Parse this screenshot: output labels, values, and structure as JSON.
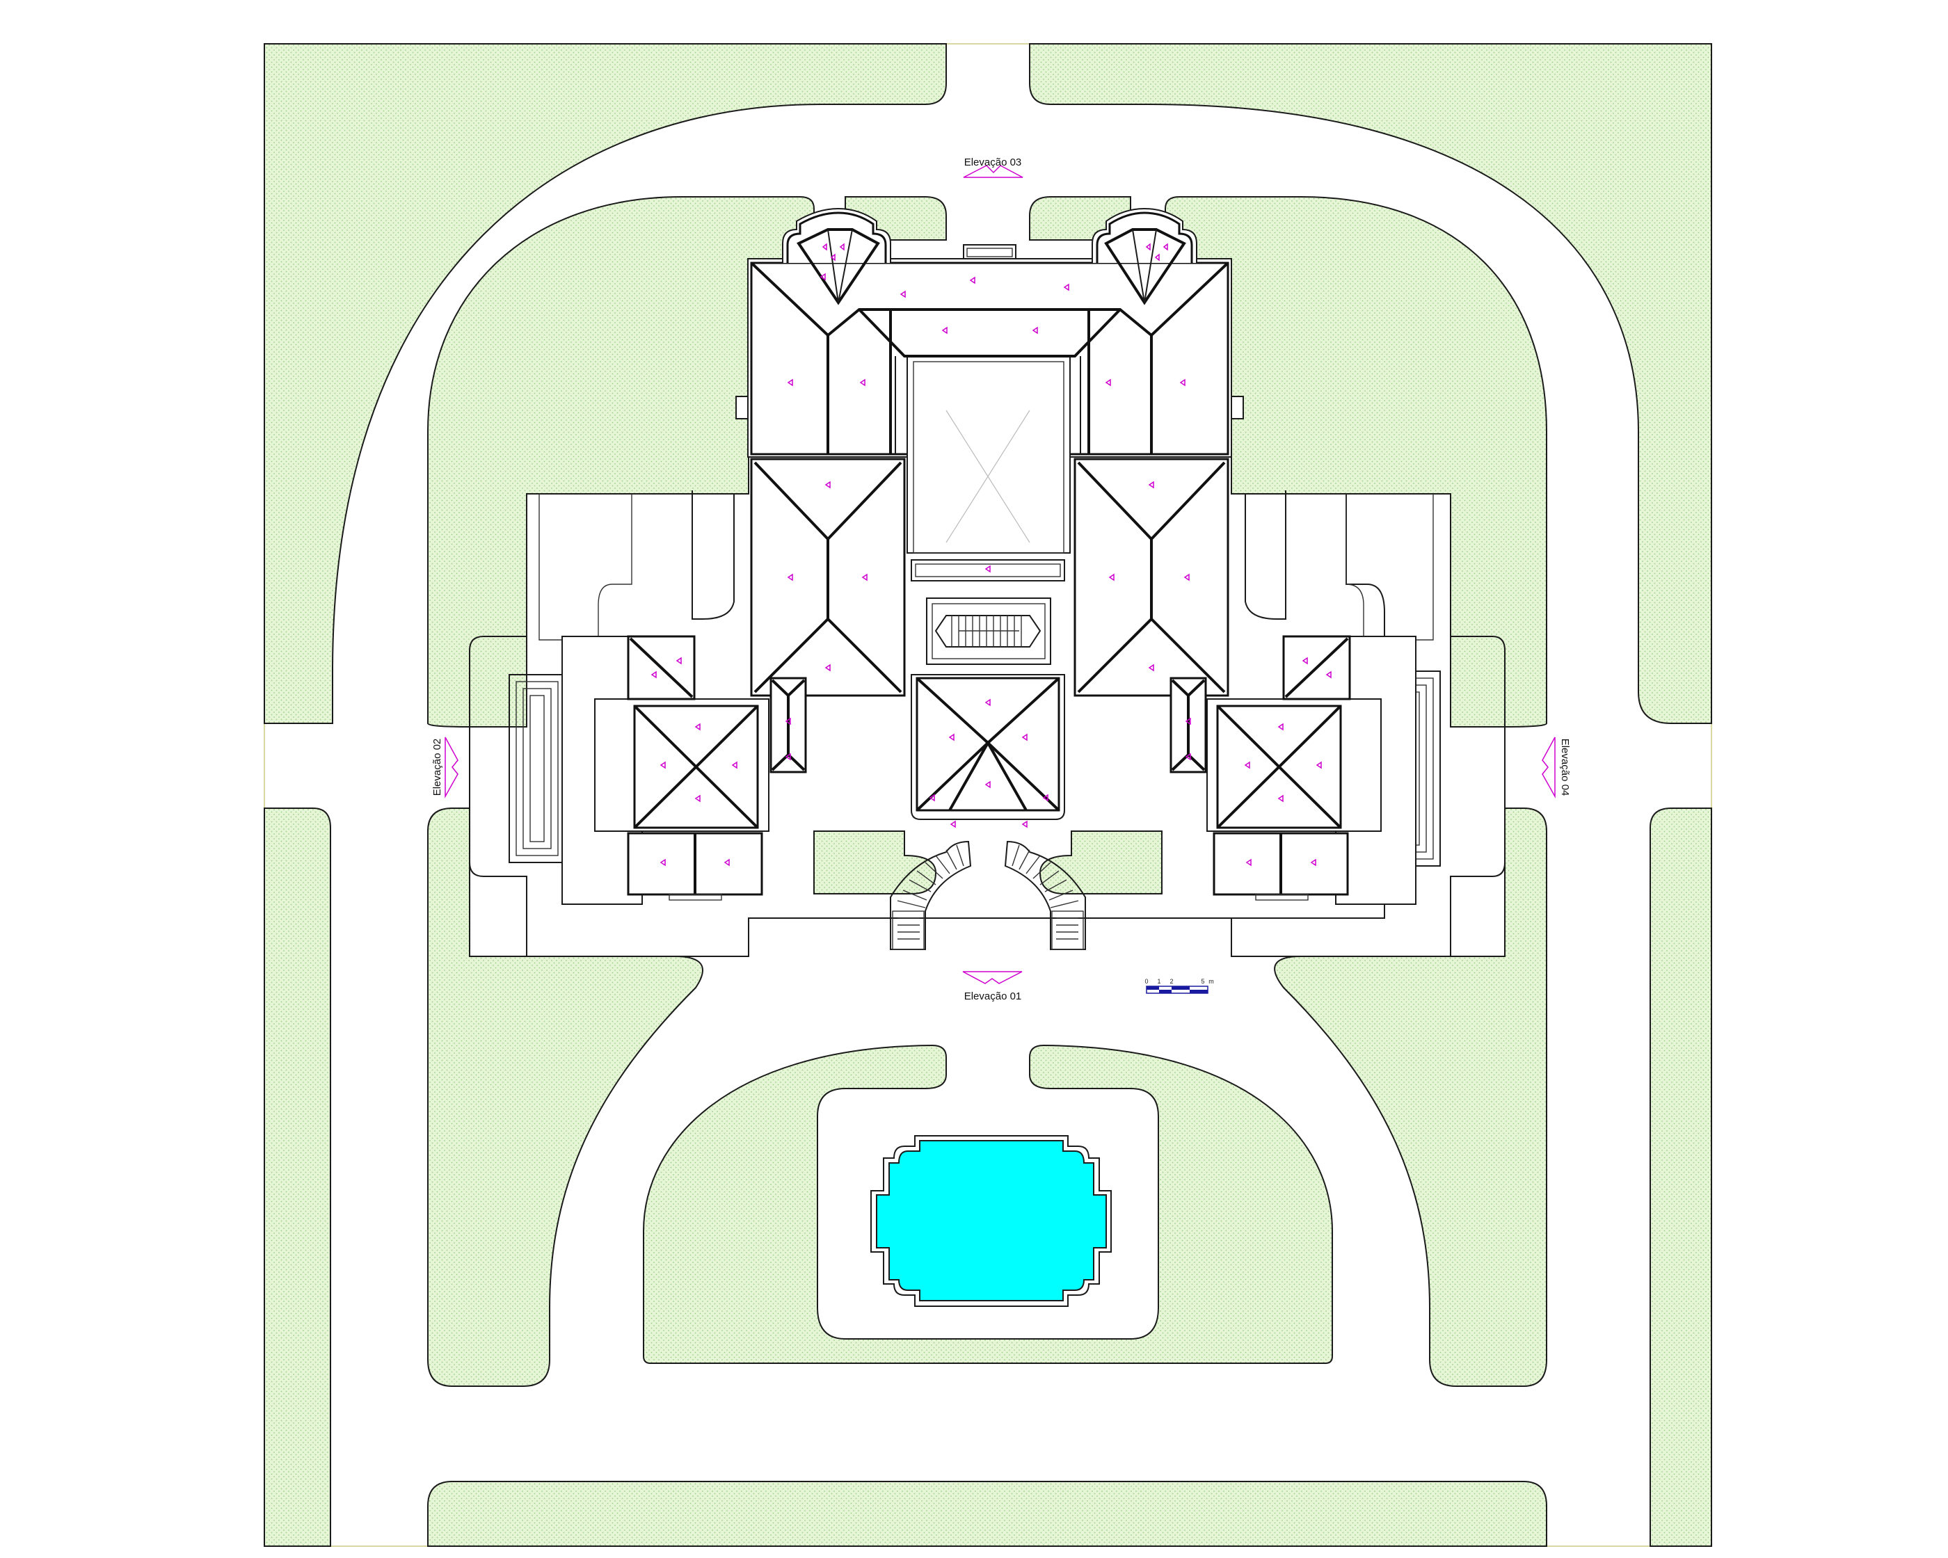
{
  "colors": {
    "grass": "#e6f5d6",
    "grass_dot": "#9bd08a",
    "pool": "#00ffff",
    "marker": "#d000d0",
    "line": "#1b1b1b"
  },
  "elevations": {
    "e01": "Elevação 01",
    "e02": "Elevação 02",
    "e03": "Elevação 03",
    "e04": "Elevação 04"
  },
  "scale_bar": {
    "t0": "0",
    "t1": "1",
    "t2": "2",
    "t5": "5",
    "unit": "m"
  }
}
